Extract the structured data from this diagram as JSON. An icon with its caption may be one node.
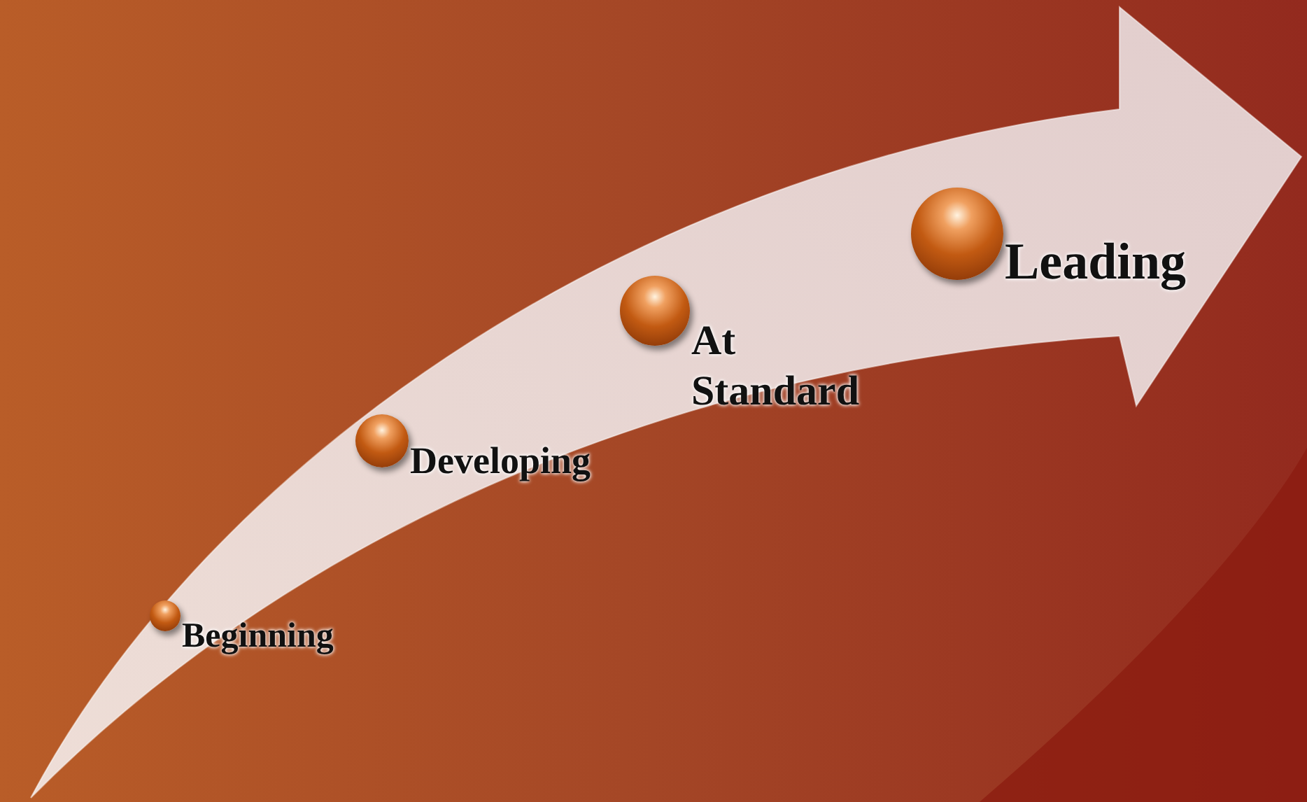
{
  "diagram": {
    "nodes": [
      {
        "text": [],
        "shape": "circle",
        "beside": [
          "Beginning"
        ]
      },
      {
        "text": [],
        "shape": "circle",
        "beside": [
          "Developing"
        ]
      },
      {
        "text": [],
        "shape": "circle",
        "beside": [
          "At Standard"
        ]
      },
      {
        "text": [],
        "shape": "circle",
        "beside": [
          "Leading"
        ]
      }
    ]
  }
}
